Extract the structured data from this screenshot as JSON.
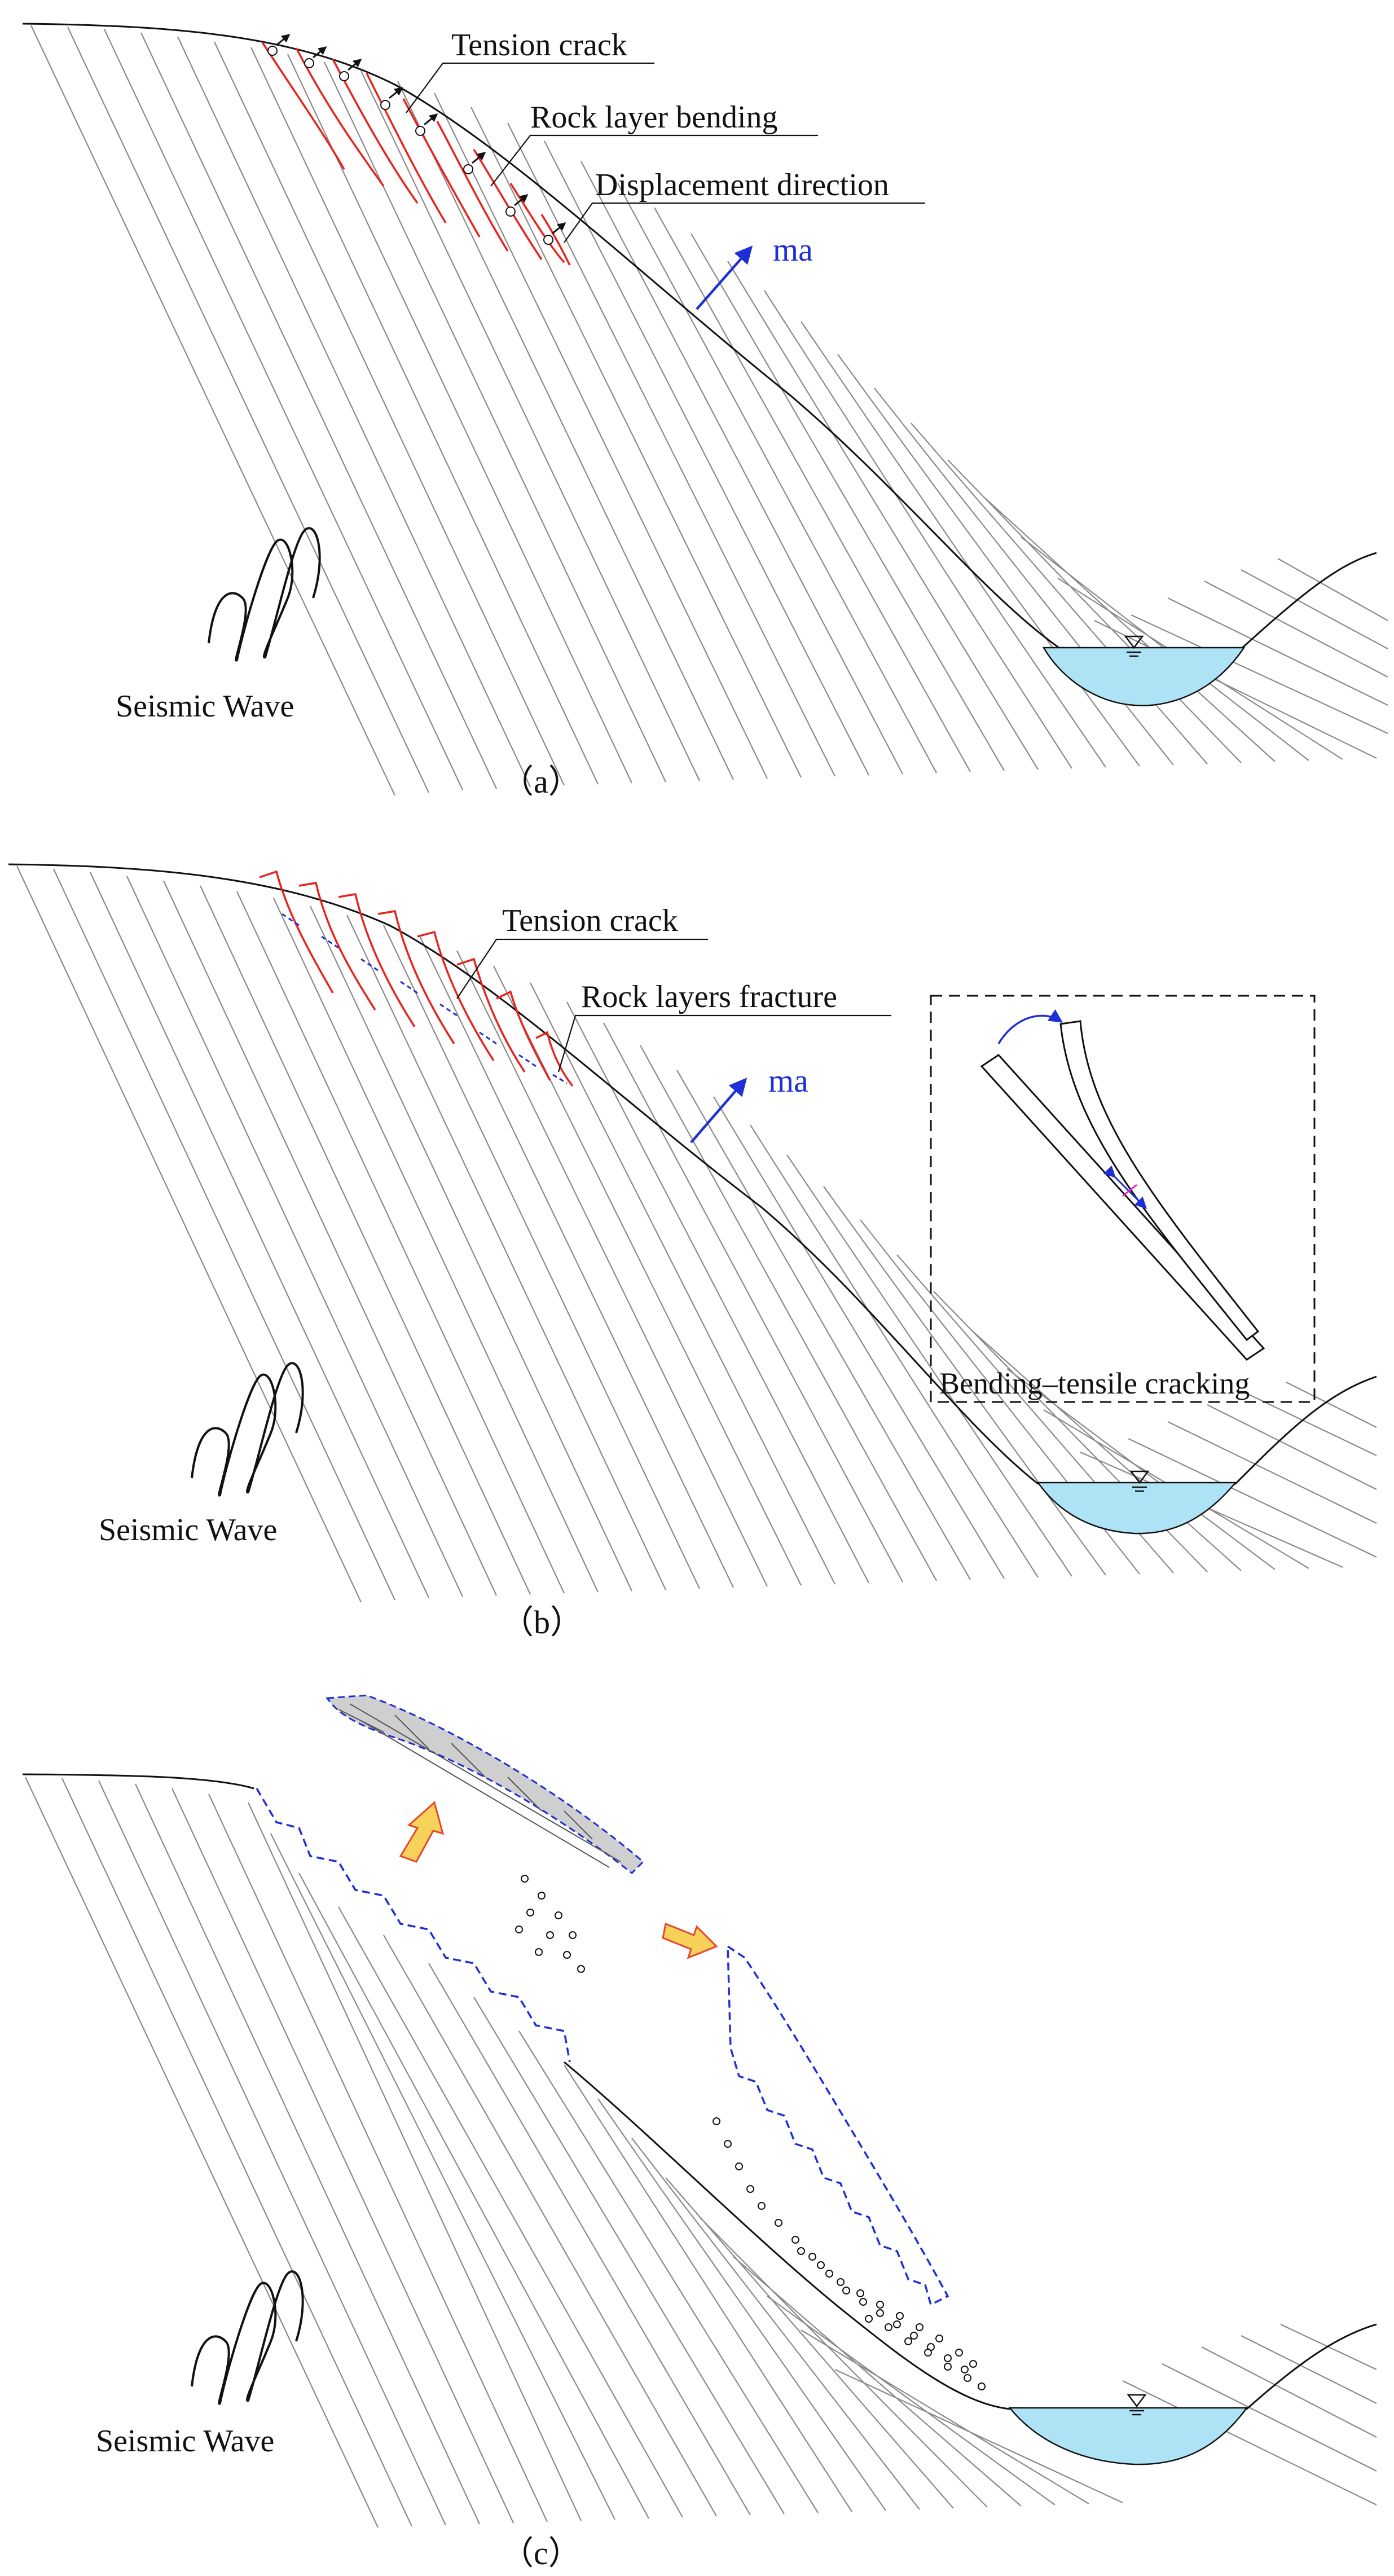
{
  "panels": [
    {
      "caption": "（a）",
      "labels": {
        "tension_crack": "Tension crack",
        "rock_layer_bending": "Rock layer bending",
        "displacement_direction": "Displacement direction",
        "ma": "ma",
        "seismic_wave": "Seismic Wave"
      }
    },
    {
      "caption": "（b）",
      "labels": {
        "tension_crack": "Tension crack",
        "rock_layers_fracture": "Rock layers fracture",
        "ma": "ma",
        "inset": "Bending–tensile cracking",
        "seismic_wave": "Seismic Wave"
      }
    },
    {
      "caption": "（c）",
      "labels": {
        "seismic_wave": "Seismic Wave"
      }
    }
  ],
  "colors": {
    "crack": "#e8231e",
    "blue": "#1f2fd6",
    "water": "#aee3f5",
    "strata": "#8a8a8a",
    "arrow_fill": "#f7d25a",
    "arrow_stroke": "#e8452a"
  }
}
